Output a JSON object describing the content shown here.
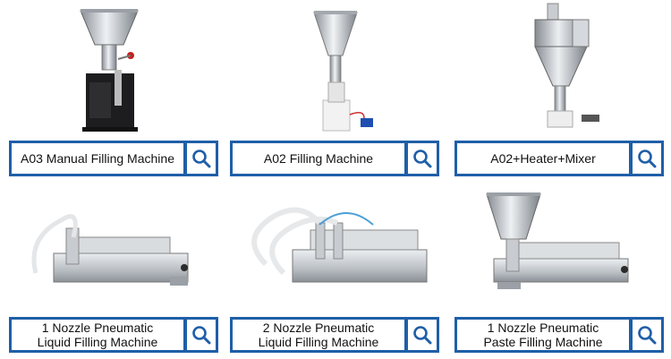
{
  "products": [
    {
      "label": "A03 Manual Filling Machine",
      "icon": "search-icon",
      "image": "a03-manual-filling-machine-photo"
    },
    {
      "label": "A02 Filling Machine",
      "icon": "search-icon",
      "image": "a02-filling-machine-photo"
    },
    {
      "label": "A02+Heater+Mixer",
      "icon": "search-icon",
      "image": "a02-heater-mixer-photo"
    },
    {
      "label": "1 Nozzle Pneumatic\nLiquid Filling Machine",
      "icon": "search-icon",
      "image": "1-nozzle-liquid-photo"
    },
    {
      "label": "2 Nozzle Pneumatic\nLiquid Filling Machine",
      "icon": "search-icon",
      "image": "2-nozzle-liquid-photo"
    },
    {
      "label": "1 Nozzle Pneumatic\nPaste Filling Machine",
      "icon": "search-icon",
      "image": "1-nozzle-paste-photo"
    }
  ],
  "colors": {
    "accent": "#1f5fa8",
    "label_bg": "#ffffff",
    "text": "#111111"
  }
}
